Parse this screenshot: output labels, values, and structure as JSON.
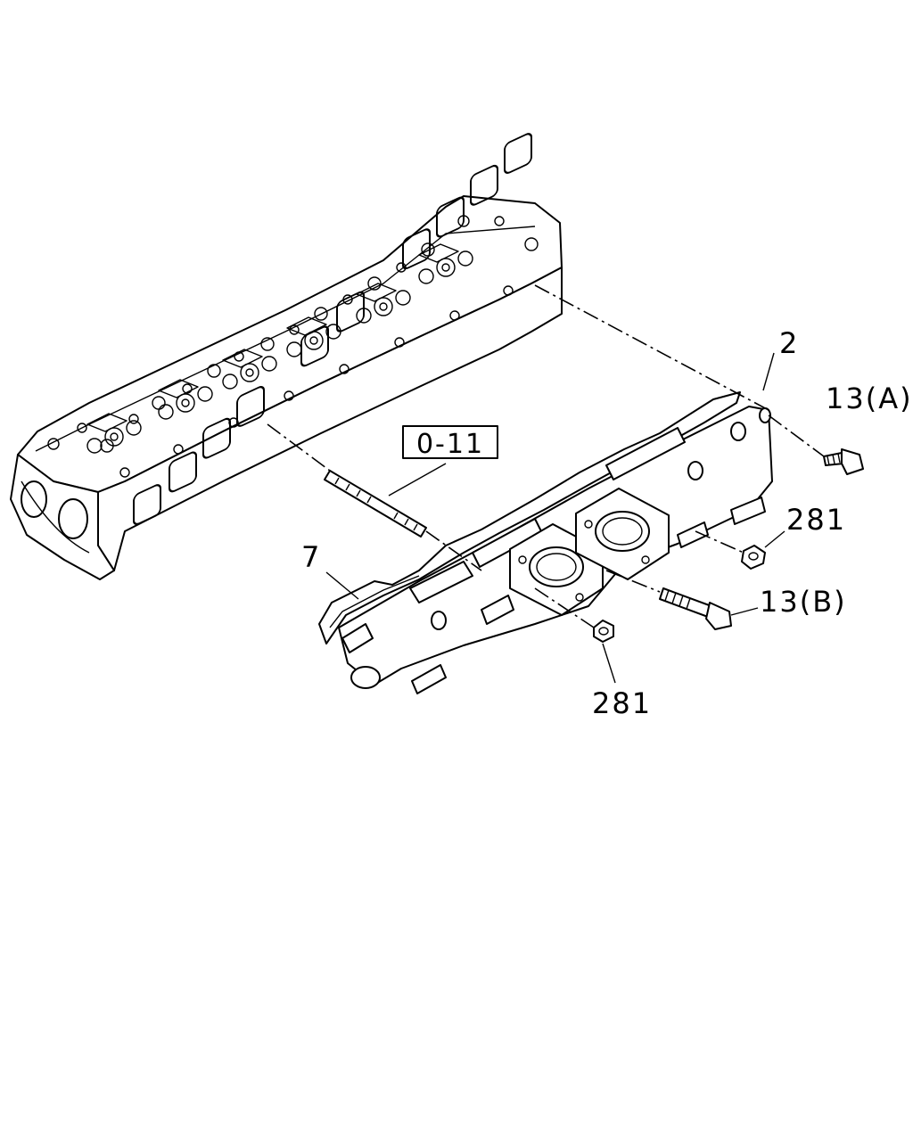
{
  "reference_box": "0-11",
  "callouts": {
    "c2": "2",
    "c7": "7",
    "c13a": "13(A)",
    "c13b": "13(B)",
    "c281_upper": "281",
    "c281_lower": "281"
  }
}
